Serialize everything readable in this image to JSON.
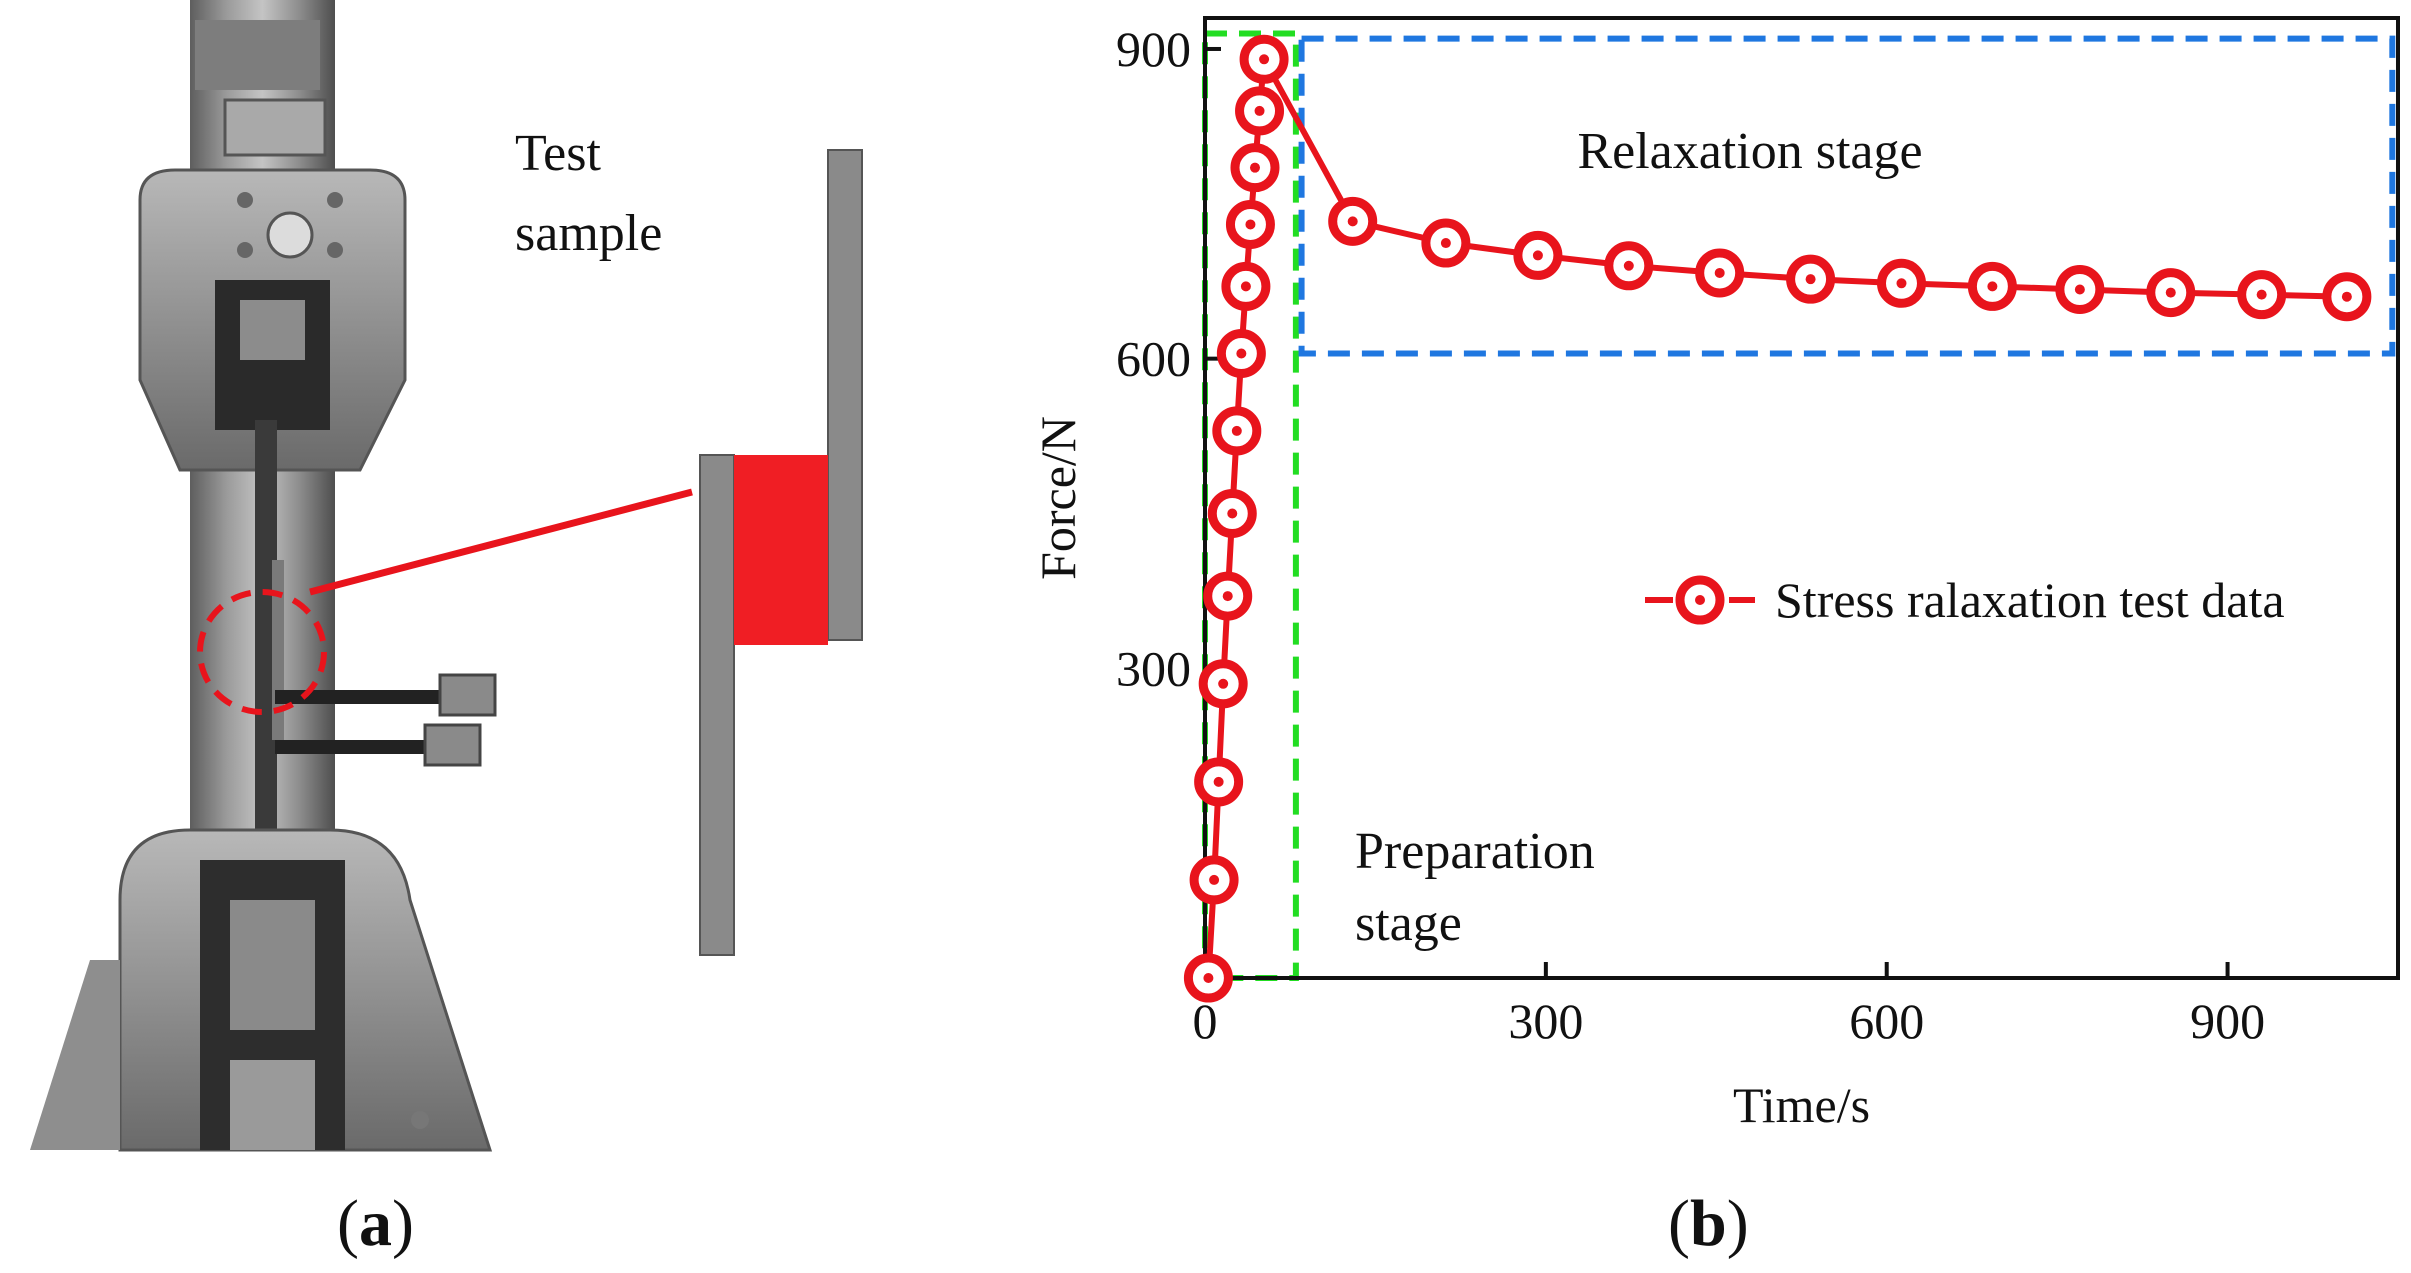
{
  "panel_a": {
    "letter": "a",
    "annotation_line1": "Test",
    "annotation_line2": "sample"
  },
  "panel_b": {
    "letter": "b"
  },
  "chart_data": {
    "type": "line",
    "xlabel": "Time/s",
    "ylabel": "Force/N",
    "xlim": [
      0,
      1050
    ],
    "ylim": [
      0,
      930
    ],
    "x_ticks": [
      0,
      300,
      600,
      900
    ],
    "y_ticks": [
      300,
      600,
      900
    ],
    "grid": false,
    "legend_position": "middle-right",
    "series": [
      {
        "name": "Stress ralaxation test data",
        "color": "#e8141c",
        "marker": "circle-dot",
        "x": [
          3,
          8,
          12,
          16,
          20,
          24,
          28,
          32,
          36,
          40,
          44,
          48,
          52,
          130,
          212,
          293,
          373,
          453,
          533,
          613,
          693,
          770,
          850,
          930,
          1005
        ],
        "y": [
          0,
          95,
          190,
          285,
          370,
          450,
          530,
          605,
          670,
          730,
          785,
          840,
          890,
          733,
          712,
          700,
          690,
          683,
          677,
          673,
          670,
          667,
          664,
          662,
          660
        ]
      }
    ],
    "annotations": [
      {
        "text": "Relaxation stage",
        "color": "#1f77e0"
      },
      {
        "text_line1": "Preparation",
        "text_line2": "stage",
        "color": "#22cc22"
      }
    ],
    "regions": [
      {
        "label": "Preparation stage",
        "color": "#22dd22",
        "x": [
          0,
          80
        ],
        "y": [
          0,
          915
        ]
      },
      {
        "label": "Relaxation stage",
        "color": "#1f77e0",
        "x": [
          85,
          1045
        ],
        "y": [
          605,
          910
        ]
      }
    ]
  }
}
